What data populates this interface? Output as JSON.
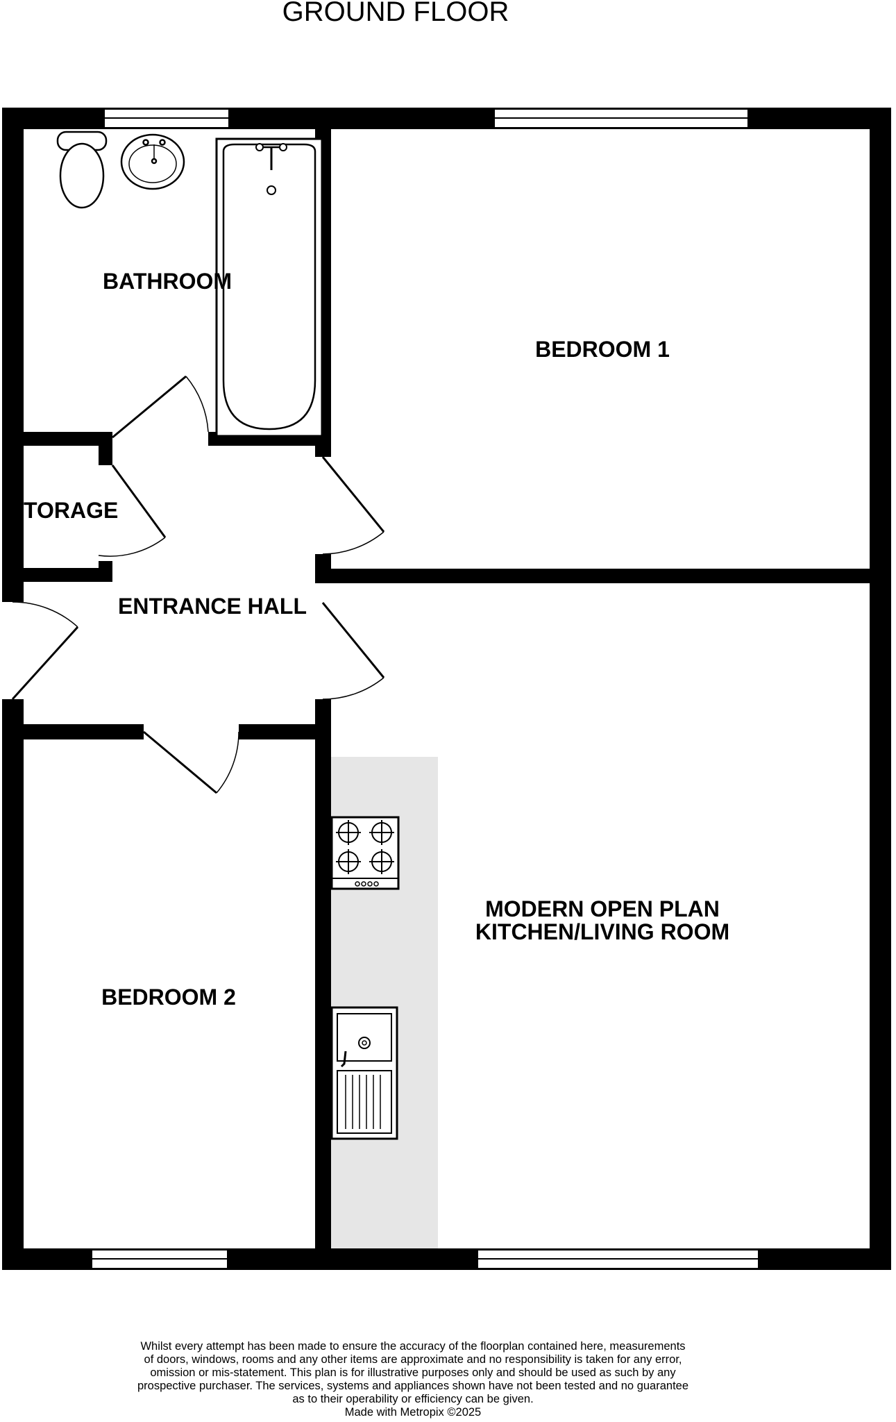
{
  "title": "GROUND FLOOR",
  "rooms": {
    "bathroom": "BATHROOM",
    "bedroom1": "BEDROOM 1",
    "storage": "TORAGE",
    "entrance_hall": "ENTRANCE HALL",
    "kitchen_line1": "MODERN OPEN PLAN",
    "kitchen_line2": "KITCHEN/LIVING ROOM",
    "bedroom2": "BEDROOM 2"
  },
  "disclaimer": {
    "line1": "Whilst every attempt has been made to ensure the accuracy of the floorplan contained here, measurements",
    "line2": "of doors, windows, rooms and any other items are approximate and no responsibility is taken for any error,",
    "line3": "omission or mis-statement. This plan is for illustrative purposes only and should be used as such by any",
    "line4": "prospective purchaser. The services, systems and appliances shown have not been tested and no guarantee",
    "line5": "as to their operability or efficiency can be given.",
    "line6": "Made with Metropix ©2025"
  },
  "colors": {
    "wall": "#000000",
    "worktop": "#e6e6e6",
    "background": "#ffffff"
  }
}
